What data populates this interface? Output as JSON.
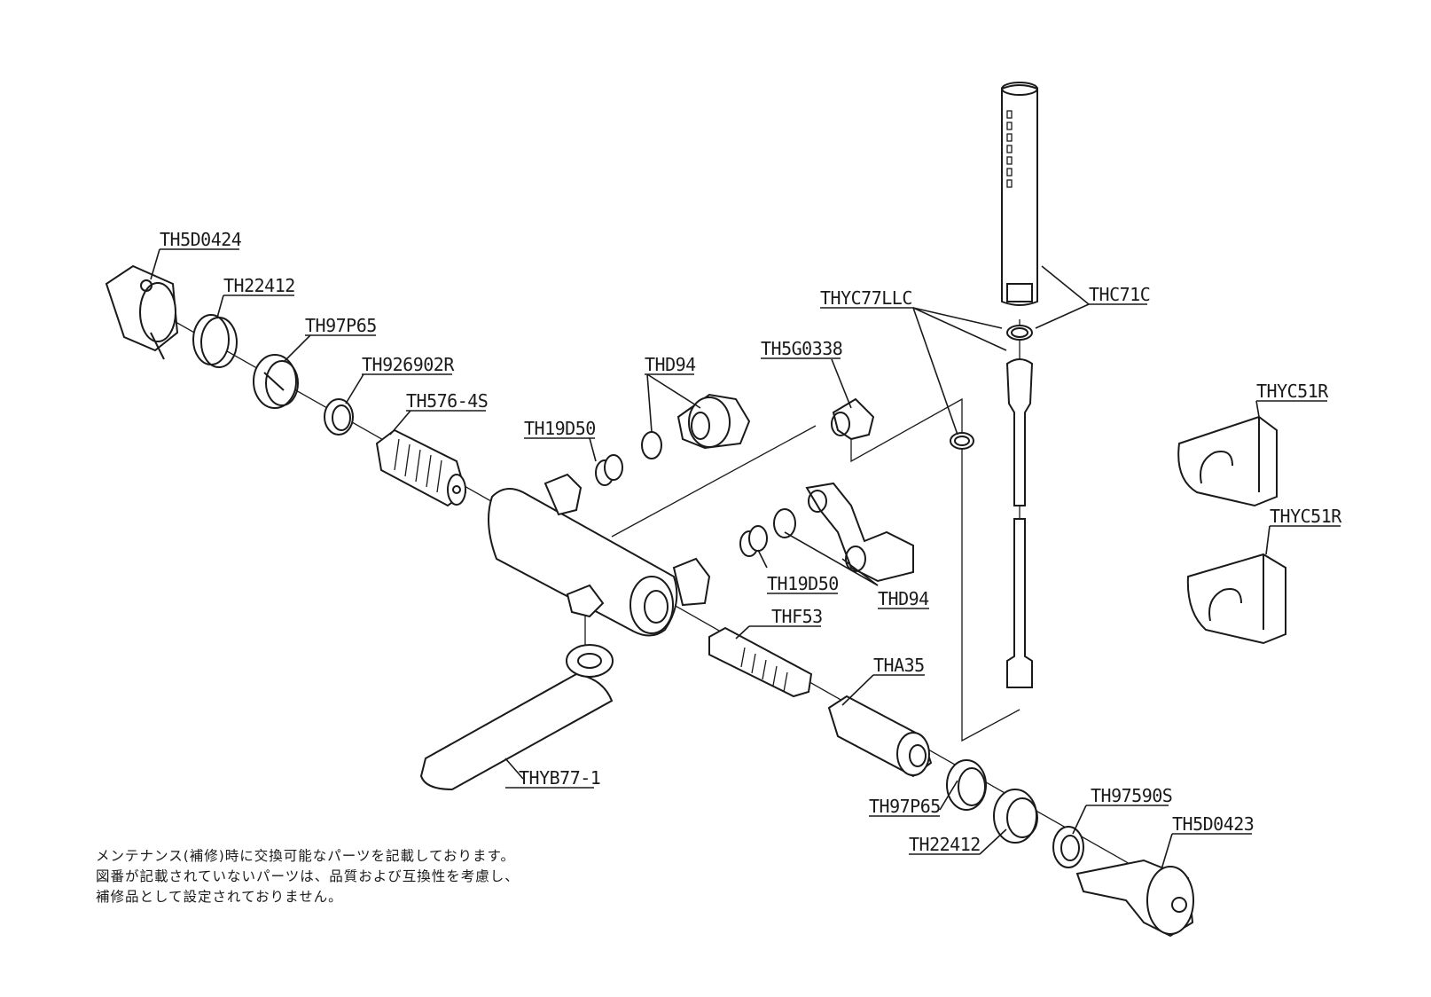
{
  "parts": {
    "th5d0424": "TH5D0424",
    "th22412_a": "TH22412",
    "th97p65_a": "TH97P65",
    "th926902r": "TH926902R",
    "th576_4s": "TH576-4S",
    "th19d50_a": "TH19D50",
    "thd94_a": "THD94",
    "th5g0338": "TH5G0338",
    "thyc77llc": "THYC77LLC",
    "thc71c": "THC71C",
    "thyc51r_a": "THYC51R",
    "thyc51r_b": "THYC51R",
    "th19d50_b": "TH19D50",
    "thd94_b": "THD94",
    "thf53": "THF53",
    "tha35": "THA35",
    "thyb77_1": "THYB77-1",
    "th97p65_b": "TH97P65",
    "th97590s": "TH97590S",
    "th22412_b": "TH22412",
    "th5d0423": "TH5D0423"
  },
  "note": {
    "line1": "メンテナンス(補修)時に交換可能なパーツを記載しております。",
    "line2": "図番が記載されていないパーツは、品質および互換性を考慮し、",
    "line3": "補修品として設定されておりません。"
  }
}
